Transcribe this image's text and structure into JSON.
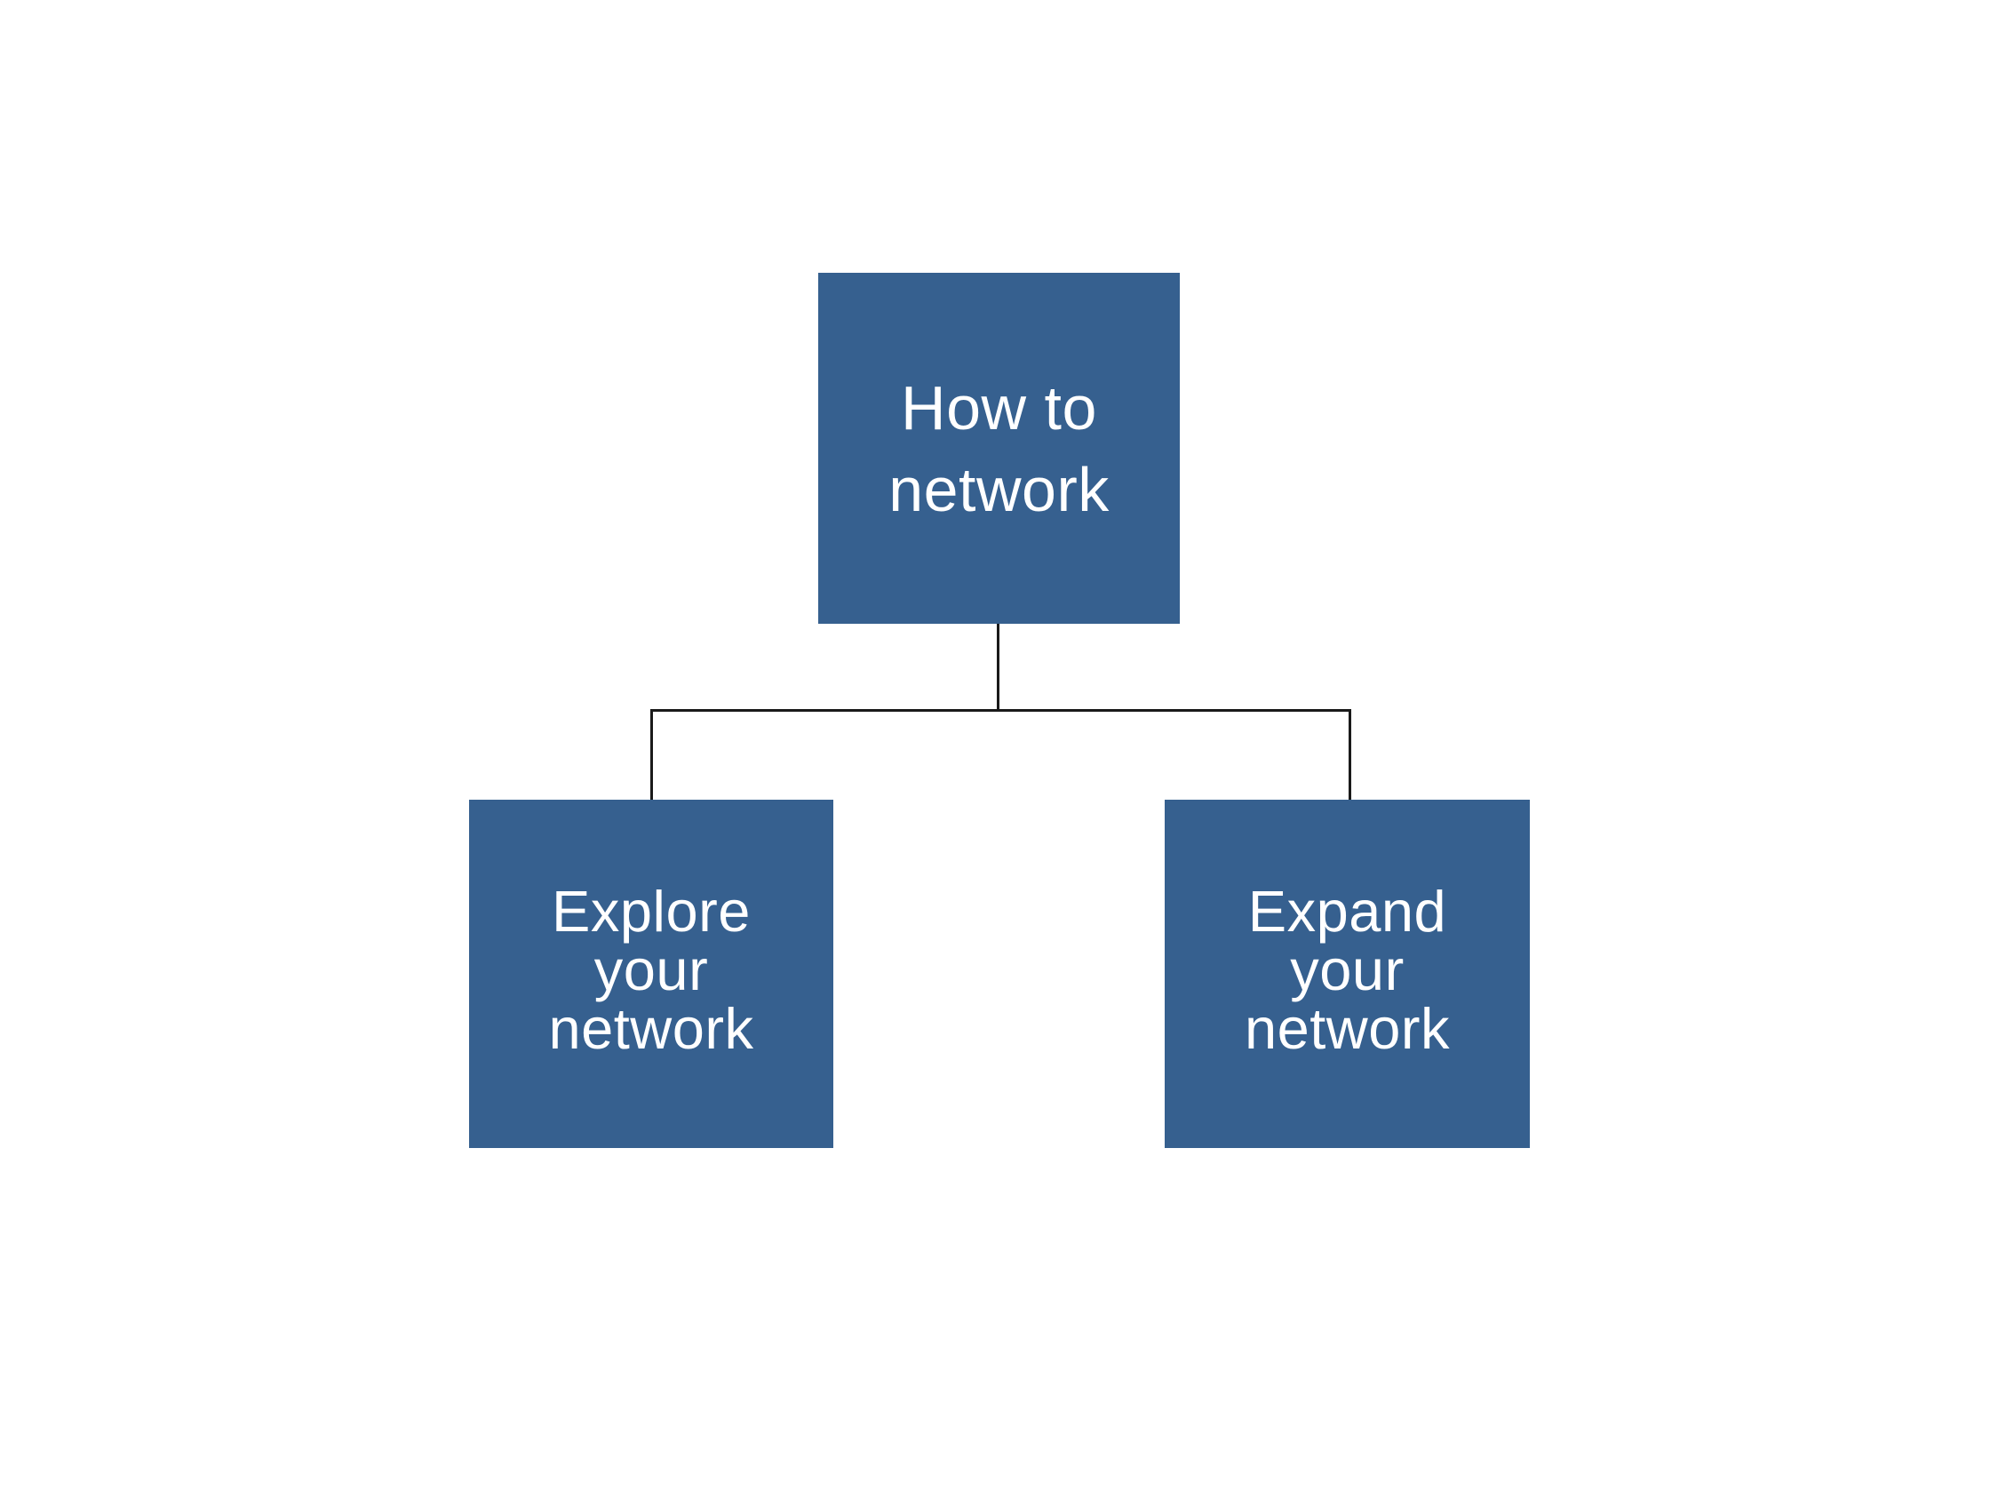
{
  "diagram": {
    "title": "How to network",
    "type": "org-chart-tree",
    "background_color": "#FFFFFF",
    "node_fill_color": "#36608F",
    "node_text_color": "#FFFFFF",
    "connector_color": "#1A1A1A",
    "nodes": [
      {
        "id": "root",
        "label": "How to\nnetwork",
        "level": 0
      },
      {
        "id": "child-left",
        "label": "Explore\nyour\nnetwork",
        "level": 1
      },
      {
        "id": "child-right",
        "label": "Expand\nyour\nnetwork",
        "level": 1
      }
    ],
    "edges": [
      {
        "from": "root",
        "to": "child-left"
      },
      {
        "from": "root",
        "to": "child-right"
      }
    ]
  }
}
